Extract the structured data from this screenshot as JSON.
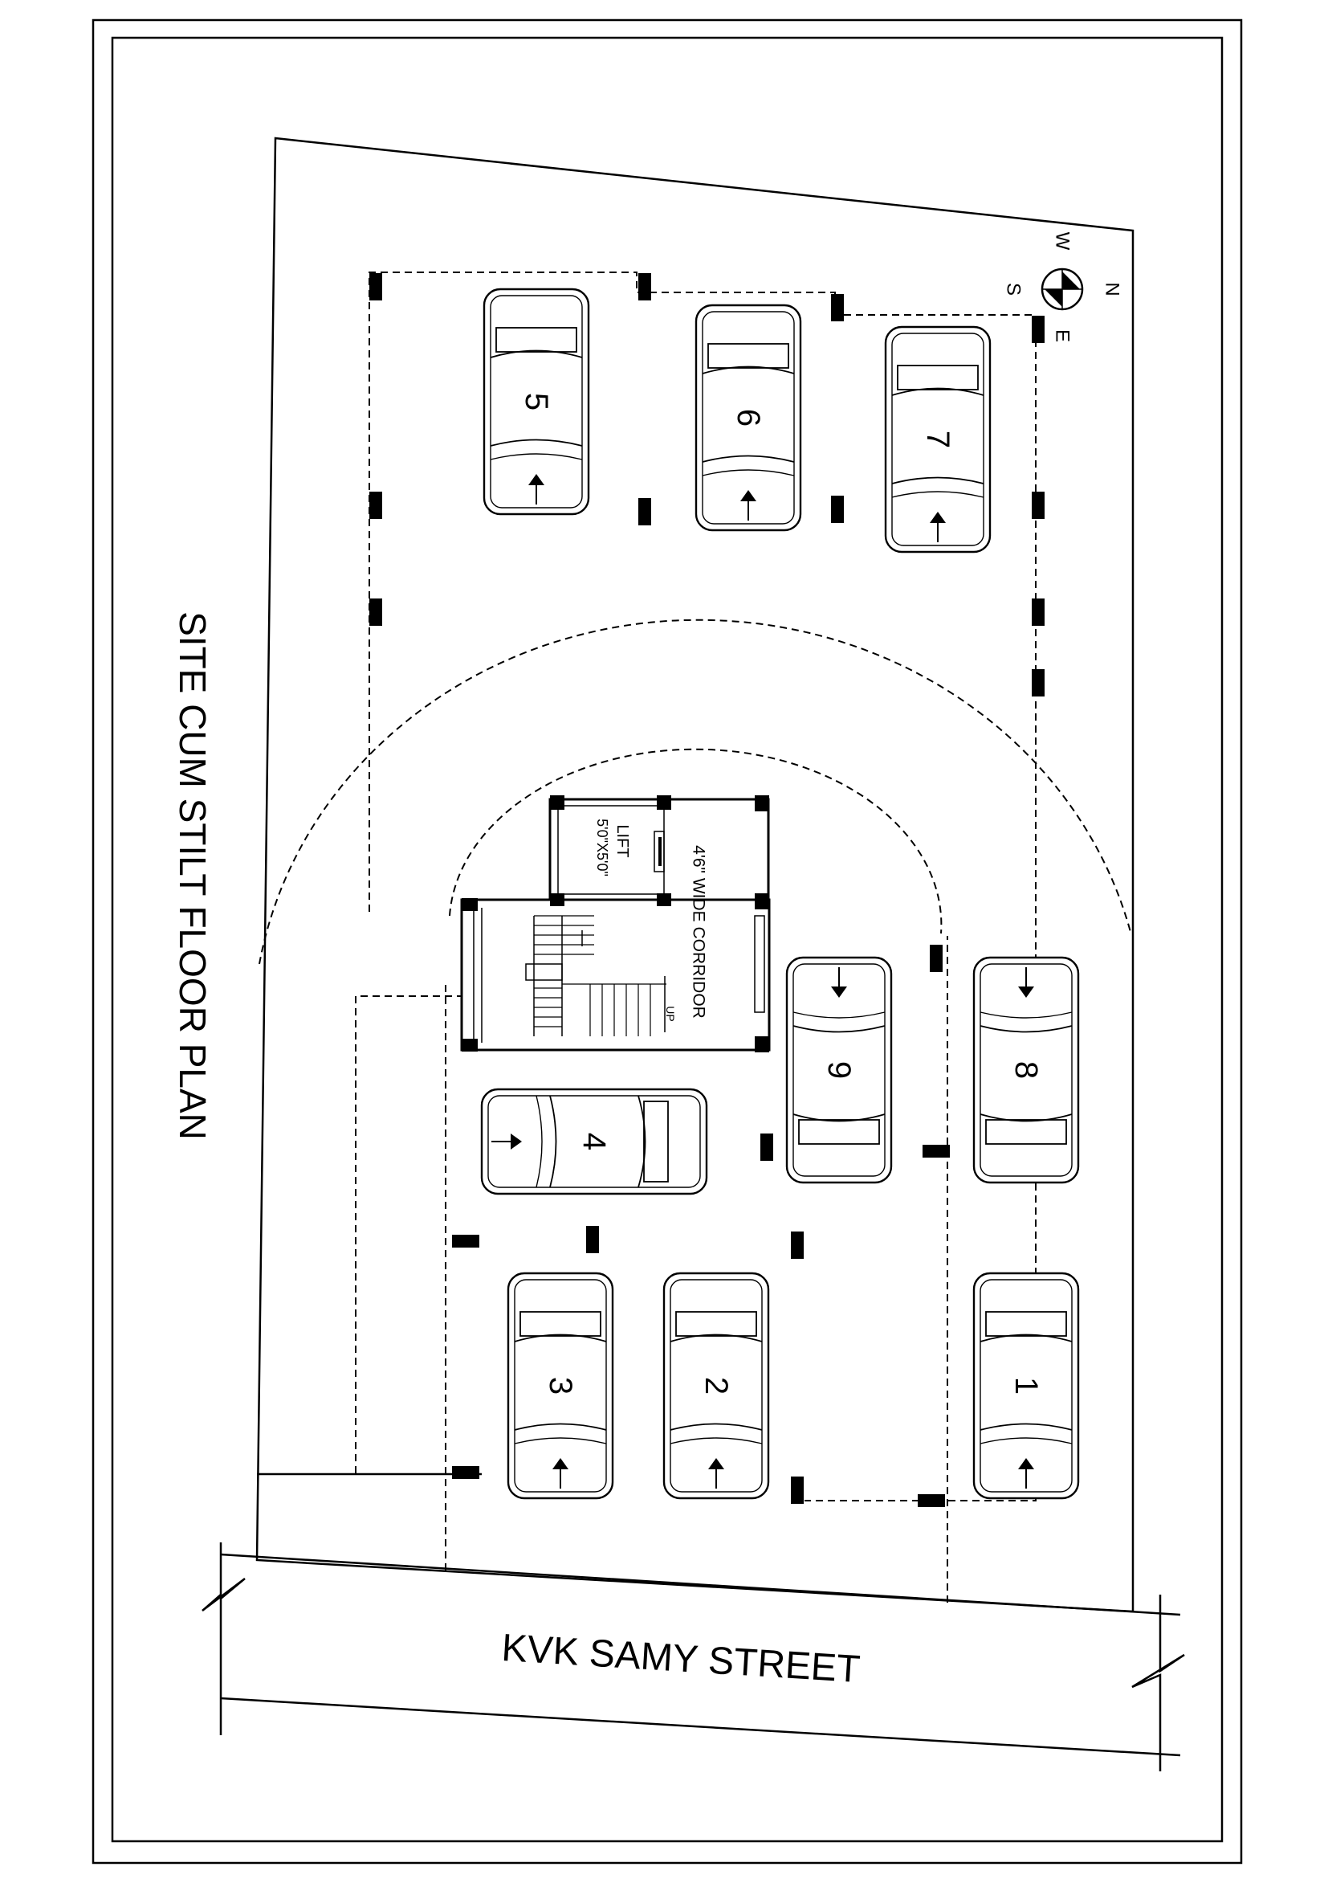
{
  "title": "SITE CUM STILT FLOOR PLAN",
  "street": "KVK SAMY STREET",
  "compass": {
    "w": "W",
    "s": "S",
    "n": "N",
    "e": "E"
  },
  "lift": {
    "label": "LIFT",
    "size": "5'0\"X5'0\""
  },
  "corridor": "4'6\" WIDE CORRIDOR",
  "stair_up": "UP",
  "cars": [
    {
      "number": "1"
    },
    {
      "number": "2"
    },
    {
      "number": "3"
    },
    {
      "number": "4"
    },
    {
      "number": "5"
    },
    {
      "number": "6"
    },
    {
      "number": "7"
    },
    {
      "number": "8"
    },
    {
      "number": "9"
    }
  ],
  "colors": {
    "line": "#000000",
    "background": "#ffffff"
  },
  "icons": [
    "compass-icon",
    "car-icon",
    "arrow-icon",
    "break-line-icon"
  ]
}
